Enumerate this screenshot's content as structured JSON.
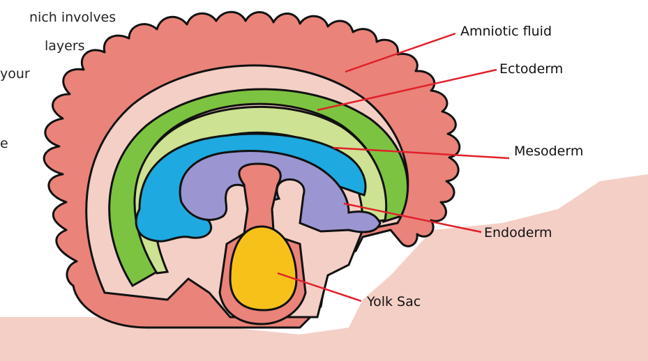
{
  "background_text": {
    "line1": "nich involves",
    "line2": "layers",
    "line3": "your",
    "line4": "e"
  },
  "labels": {
    "amniotic": "Amniotic fluid",
    "ectoderm": "Ectoderm",
    "mesoderm": "Mesoderm",
    "endoderm": "Endoderm",
    "yolk": "Yolk Sac"
  },
  "colors": {
    "outer_tissue": "#ea837a",
    "amniotic_fluid": "#f4cfc6",
    "ectoderm": "#7dc342",
    "ectoderm_inner": "#cde292",
    "mesoderm": "#1ea9e0",
    "endoderm": "#9b95d2",
    "yolk_sac": "#f6c21a",
    "leader_line": "#e0202a",
    "outline": "#111111"
  }
}
